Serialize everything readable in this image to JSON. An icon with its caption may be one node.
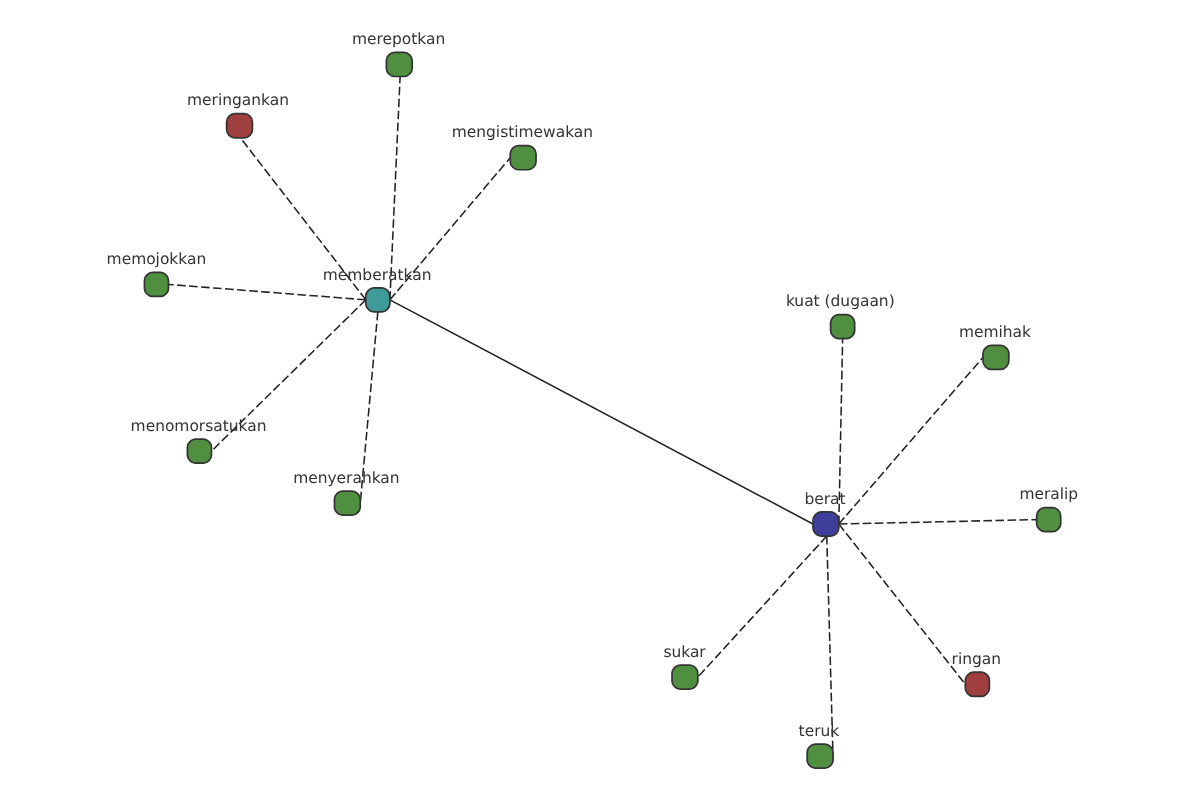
{
  "diagram": {
    "nodes": [
      {
        "text": [
          "memojokkan"
        ]
      },
      {
        "text": [
          "mengistimewakan"
        ]
      },
      {
        "text": [
          "menyerahkan"
        ]
      },
      {
        "text": [
          "memberatkan"
        ]
      },
      {
        "text": [
          "merepotkan"
        ]
      },
      {
        "text": [
          "meringankan"
        ]
      },
      {
        "text": [
          "menomorsatukan"
        ]
      },
      {
        "text": [
          "berat"
        ]
      },
      {
        "text": [
          "sukar"
        ]
      },
      {
        "text": [
          "ringan"
        ]
      },
      {
        "text": [
          "teruk"
        ]
      },
      {
        "text": [
          "kuat (dugaan)"
        ]
      },
      {
        "text": [
          "meralip"
        ]
      },
      {
        "text": [
          "memihak"
        ]
      }
    ],
    "edges": [
      {
        "from": 3,
        "to": 0,
        "arrow": "none",
        "style": "dashed"
      },
      {
        "from": 3,
        "to": 1,
        "arrow": "none",
        "style": "dashed"
      },
      {
        "from": 3,
        "to": 2,
        "arrow": "none",
        "style": "dashed"
      },
      {
        "from": 3,
        "to": 4,
        "arrow": "none",
        "style": "dashed"
      },
      {
        "from": 3,
        "to": 5,
        "arrow": "none",
        "style": "dashed"
      },
      {
        "from": 3,
        "to": 6,
        "arrow": "none",
        "style": "dashed"
      },
      {
        "from": 3,
        "to": 7,
        "arrow": "none"
      },
      {
        "from": 7,
        "to": 8,
        "arrow": "none",
        "style": "dashed"
      },
      {
        "from": 7,
        "to": 9,
        "arrow": "none",
        "style": "dashed"
      },
      {
        "from": 7,
        "to": 10,
        "arrow": "none",
        "style": "dashed"
      },
      {
        "from": 7,
        "to": 11,
        "arrow": "none",
        "style": "dashed"
      },
      {
        "from": 7,
        "to": 12,
        "arrow": "none",
        "style": "dashed"
      },
      {
        "from": 7,
        "to": 13,
        "arrow": "none",
        "style": "dashed"
      }
    ]
  }
}
